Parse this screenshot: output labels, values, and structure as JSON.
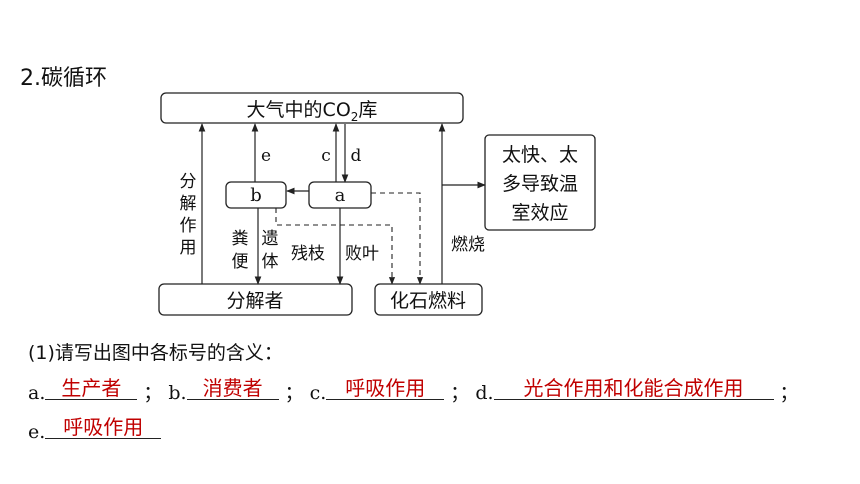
{
  "title": "2.碳循环",
  "diagram": {
    "co2_pool": "大气中的CO",
    "co2_sub": "2",
    "co2_suffix": "库",
    "node_b": "b",
    "node_a": "a",
    "decomposers": "分解者",
    "fossil": "化石燃料",
    "effect": [
      "太快、太",
      "多导致温",
      "室效应"
    ],
    "label_e": "e",
    "label_c": "c",
    "label_d": "d",
    "decomp_action": [
      "分",
      "解",
      "作",
      "用"
    ],
    "feces": [
      "粪",
      "便"
    ],
    "remains": [
      "遗",
      "体"
    ],
    "branches": "残枝",
    "leaves": "败叶",
    "burning": "燃烧"
  },
  "question": "(1)请写出图中各标号的含义：",
  "answers": {
    "a_label": "a.",
    "a_value": "生产者",
    "b_label": "b.",
    "b_value": "消费者",
    "c_label": "c.",
    "c_value": "呼吸作用",
    "d_label": "d.",
    "d_value": "光合作用和化能合成作用",
    "e_label": "e.",
    "e_value": "呼吸作用",
    "separator": "；"
  }
}
